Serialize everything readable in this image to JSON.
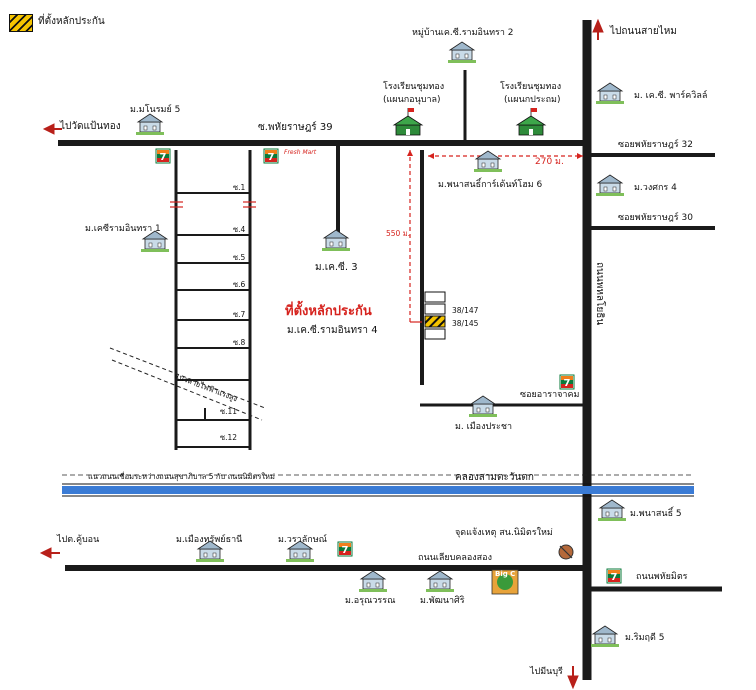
{
  "legend": {
    "label": "ที่ตั้งหลักประกัน"
  },
  "directions": {
    "north": "ไปถนนสายไหม",
    "west_top": "ไปวัดแป้นทอง",
    "west_bottom": "ไปต.คู้บอน",
    "south": "ไปมีนบุรี"
  },
  "roads": {
    "top": "ซ.พหัยราษฎร์ 39",
    "main_vertical": "ถนนพหลโยธิน",
    "bottom": "ถนนเลียบคลองสอง",
    "right_bottom": "ถนนพหัยมิตร",
    "soi32": "ซอยพหัยราษฎร์ 32",
    "soi30": "ซอยพหัยราษฎร์ 30",
    "soi_jakhom": "ซอยอาราจาคม",
    "canal": "คลองสามตะวันตก",
    "canal_note": "แนวถนนเชื่อมระหว่างถนนสุขาภิบาล 5 กับ ถนนนิมิตรใหม่",
    "power_line": "แนวสายไฟฟ้าแรงสูง"
  },
  "sois": [
    "ซ.1",
    "ซ.4",
    "ซ.5",
    "ซ.6",
    "ซ.7",
    "ซ.8",
    "ซ.11",
    "ซ.12"
  ],
  "places": {
    "mooban_ks2": "หมู่บ้านเค.ซี.รามอินทรา 2",
    "school_1": "โรงเรียนชุมทอง",
    "school_1_sub": "(แผนกอนุบาล)",
    "school_2": "โรงเรียนชุมทอง",
    "school_2_sub": "(แผนกประถม)",
    "monrak5": "ม.มโนรมย์ 5",
    "ks_park": "ม. เค.ซี. พาร์ควิลล์",
    "kongsak4": "ม.วงศกร 4",
    "phanason": "ม.พนาสนธิ์การ์เด้นท์โฮม 6",
    "ks_ramintra1": "ม.เคซีรามอินทรา 1",
    "ks3": "ม.เค.ซี. 3",
    "ks_ramintra4": "ม.เค.ซี.รามอินทรา 4",
    "muang_pracha": "ม. เมืองประชา",
    "phanason5": "ม.พนาสนธิ์ 5",
    "muang_sap": "ม.เมืองทรัพย์ธานี",
    "warapirom": "ม.วราลักษณ์",
    "arunwan": "ม.อรุณวรรณ",
    "phatthana": "ม.พัฒนาศิริ",
    "chamnong": "ม.ริมฤดี 5",
    "checkpoint": "จุดแจ้งเหตุ สน.นิมิตรใหม่",
    "freshmart": "Fresh Mart",
    "bigc": "Big C"
  },
  "collateral": {
    "title": "ที่ตั้งหลักประกัน",
    "house_1": "38/147",
    "house_2": "38/145"
  },
  "distances": {
    "horizontal": "270 ม.",
    "vertical": "550 ม."
  },
  "colors": {
    "road": "#1a1a1a",
    "canal": "#3a7bd5",
    "distance": "#d6231e",
    "house_fill": "#c9dbe8",
    "school_fill": "#2e8b3a",
    "hatch_yellow": "#f5c400"
  }
}
